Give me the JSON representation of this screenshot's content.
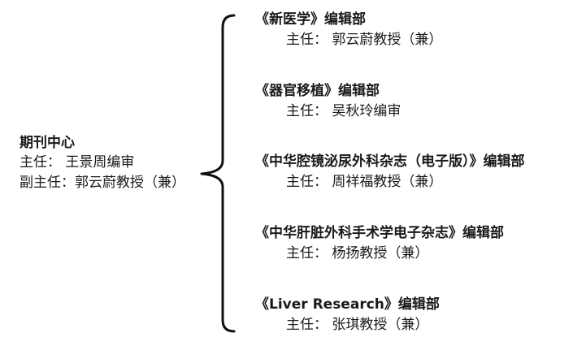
{
  "center": {
    "title": "期刊中心",
    "director": "主任：  王景周编审",
    "deputy_director": "副主任：郭云蔚教授（兼）"
  },
  "departments": [
    {
      "title": "《新医学》编辑部",
      "head": "主任：  郭云蔚教授（兼）"
    },
    {
      "title": "《器官移植》编辑部",
      "head": "主任：  吴秋玲编审"
    },
    {
      "title": "《中华腔镜泌尿外科杂志（电子版）》编辑部",
      "head": "主任：  周祥福教授（兼）"
    },
    {
      "title": "《中华肝脏外科手术学电子杂志》编辑部",
      "head": "主任：  杨扬教授（兼）"
    },
    {
      "title": "《Liver Research》编辑部",
      "head": "主任：  张琪教授（兼）"
    }
  ]
}
